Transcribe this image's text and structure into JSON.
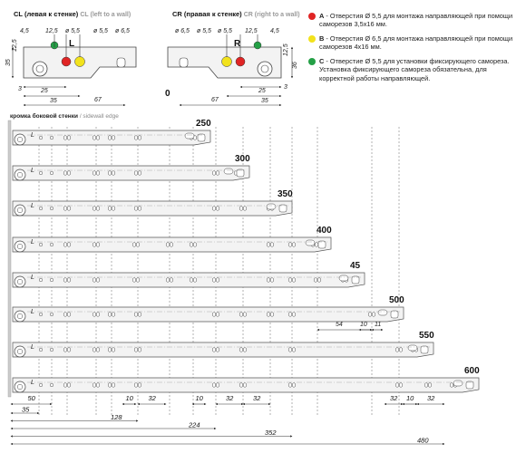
{
  "header": {
    "left": {
      "code": "CL",
      "ru": "(левая к стенке)",
      "code2": "CL",
      "en": "(left to a wall)",
      "letter": "L"
    },
    "right": {
      "code": "CR",
      "ru": "(правая к стенке)",
      "code2": "CR",
      "en": "(right to a wall)",
      "letter": "R"
    }
  },
  "colors": {
    "a": "#e02424",
    "b": "#f2e21c",
    "c": "#24a046",
    "line": "#444444",
    "fill": "#f3f3f3"
  },
  "legend": [
    {
      "key": "A",
      "text": " - Отверстия Ø 5,5 для монтажа направляющей при помощи саморезов 3,5х16 мм.",
      "color": "#e02424"
    },
    {
      "key": "B",
      "text": " - Отверстия Ø 6,5 для монтажа направляющей при помощи саморезов 4х16 мм.",
      "color": "#f2e21c"
    },
    {
      "key": "C",
      "text": " - Отверстие Ø 5,5 для установки фиксирующего самореза. Установка фиксирующего самореза обязательна, для корректной работы направляющей.",
      "color": "#24a046"
    }
  ],
  "detail_dims": {
    "left": {
      "d45": "4,5",
      "d125a": "12,5",
      "d55": "ø 5,5",
      "d55b": "ø 5,5",
      "d65": "ø 6,5",
      "d35": "35",
      "d125v": "12,5",
      "d3": "3",
      "d25": "25",
      "d35h": "35",
      "d67": "67"
    },
    "right": {
      "d65": "ø 6,5",
      "d55": "ø 5,5",
      "d55b": "ø 5,5",
      "d125": "12,5",
      "d45": "4,5",
      "d125v": "12,5",
      "d36": "36",
      "d3": "3",
      "d25": "25",
      "d35": "35",
      "d67": "67",
      "zero": "0"
    }
  },
  "sidewall": {
    "ru": "кромка боковой стенки",
    "en": "/ sidewall edge"
  },
  "rails": [
    "250",
    "300",
    "350",
    "400",
    "45",
    "500",
    "550",
    "600"
  ],
  "subdims": {
    "d54": "54",
    "d10": "10",
    "d11": "11"
  },
  "bottom_row": [
    "50",
    "10",
    "32",
    "10",
    "32",
    "32",
    "32",
    "10",
    "32"
  ],
  "bottom_lines": [
    "35",
    "128",
    "224",
    "352",
    "480"
  ]
}
